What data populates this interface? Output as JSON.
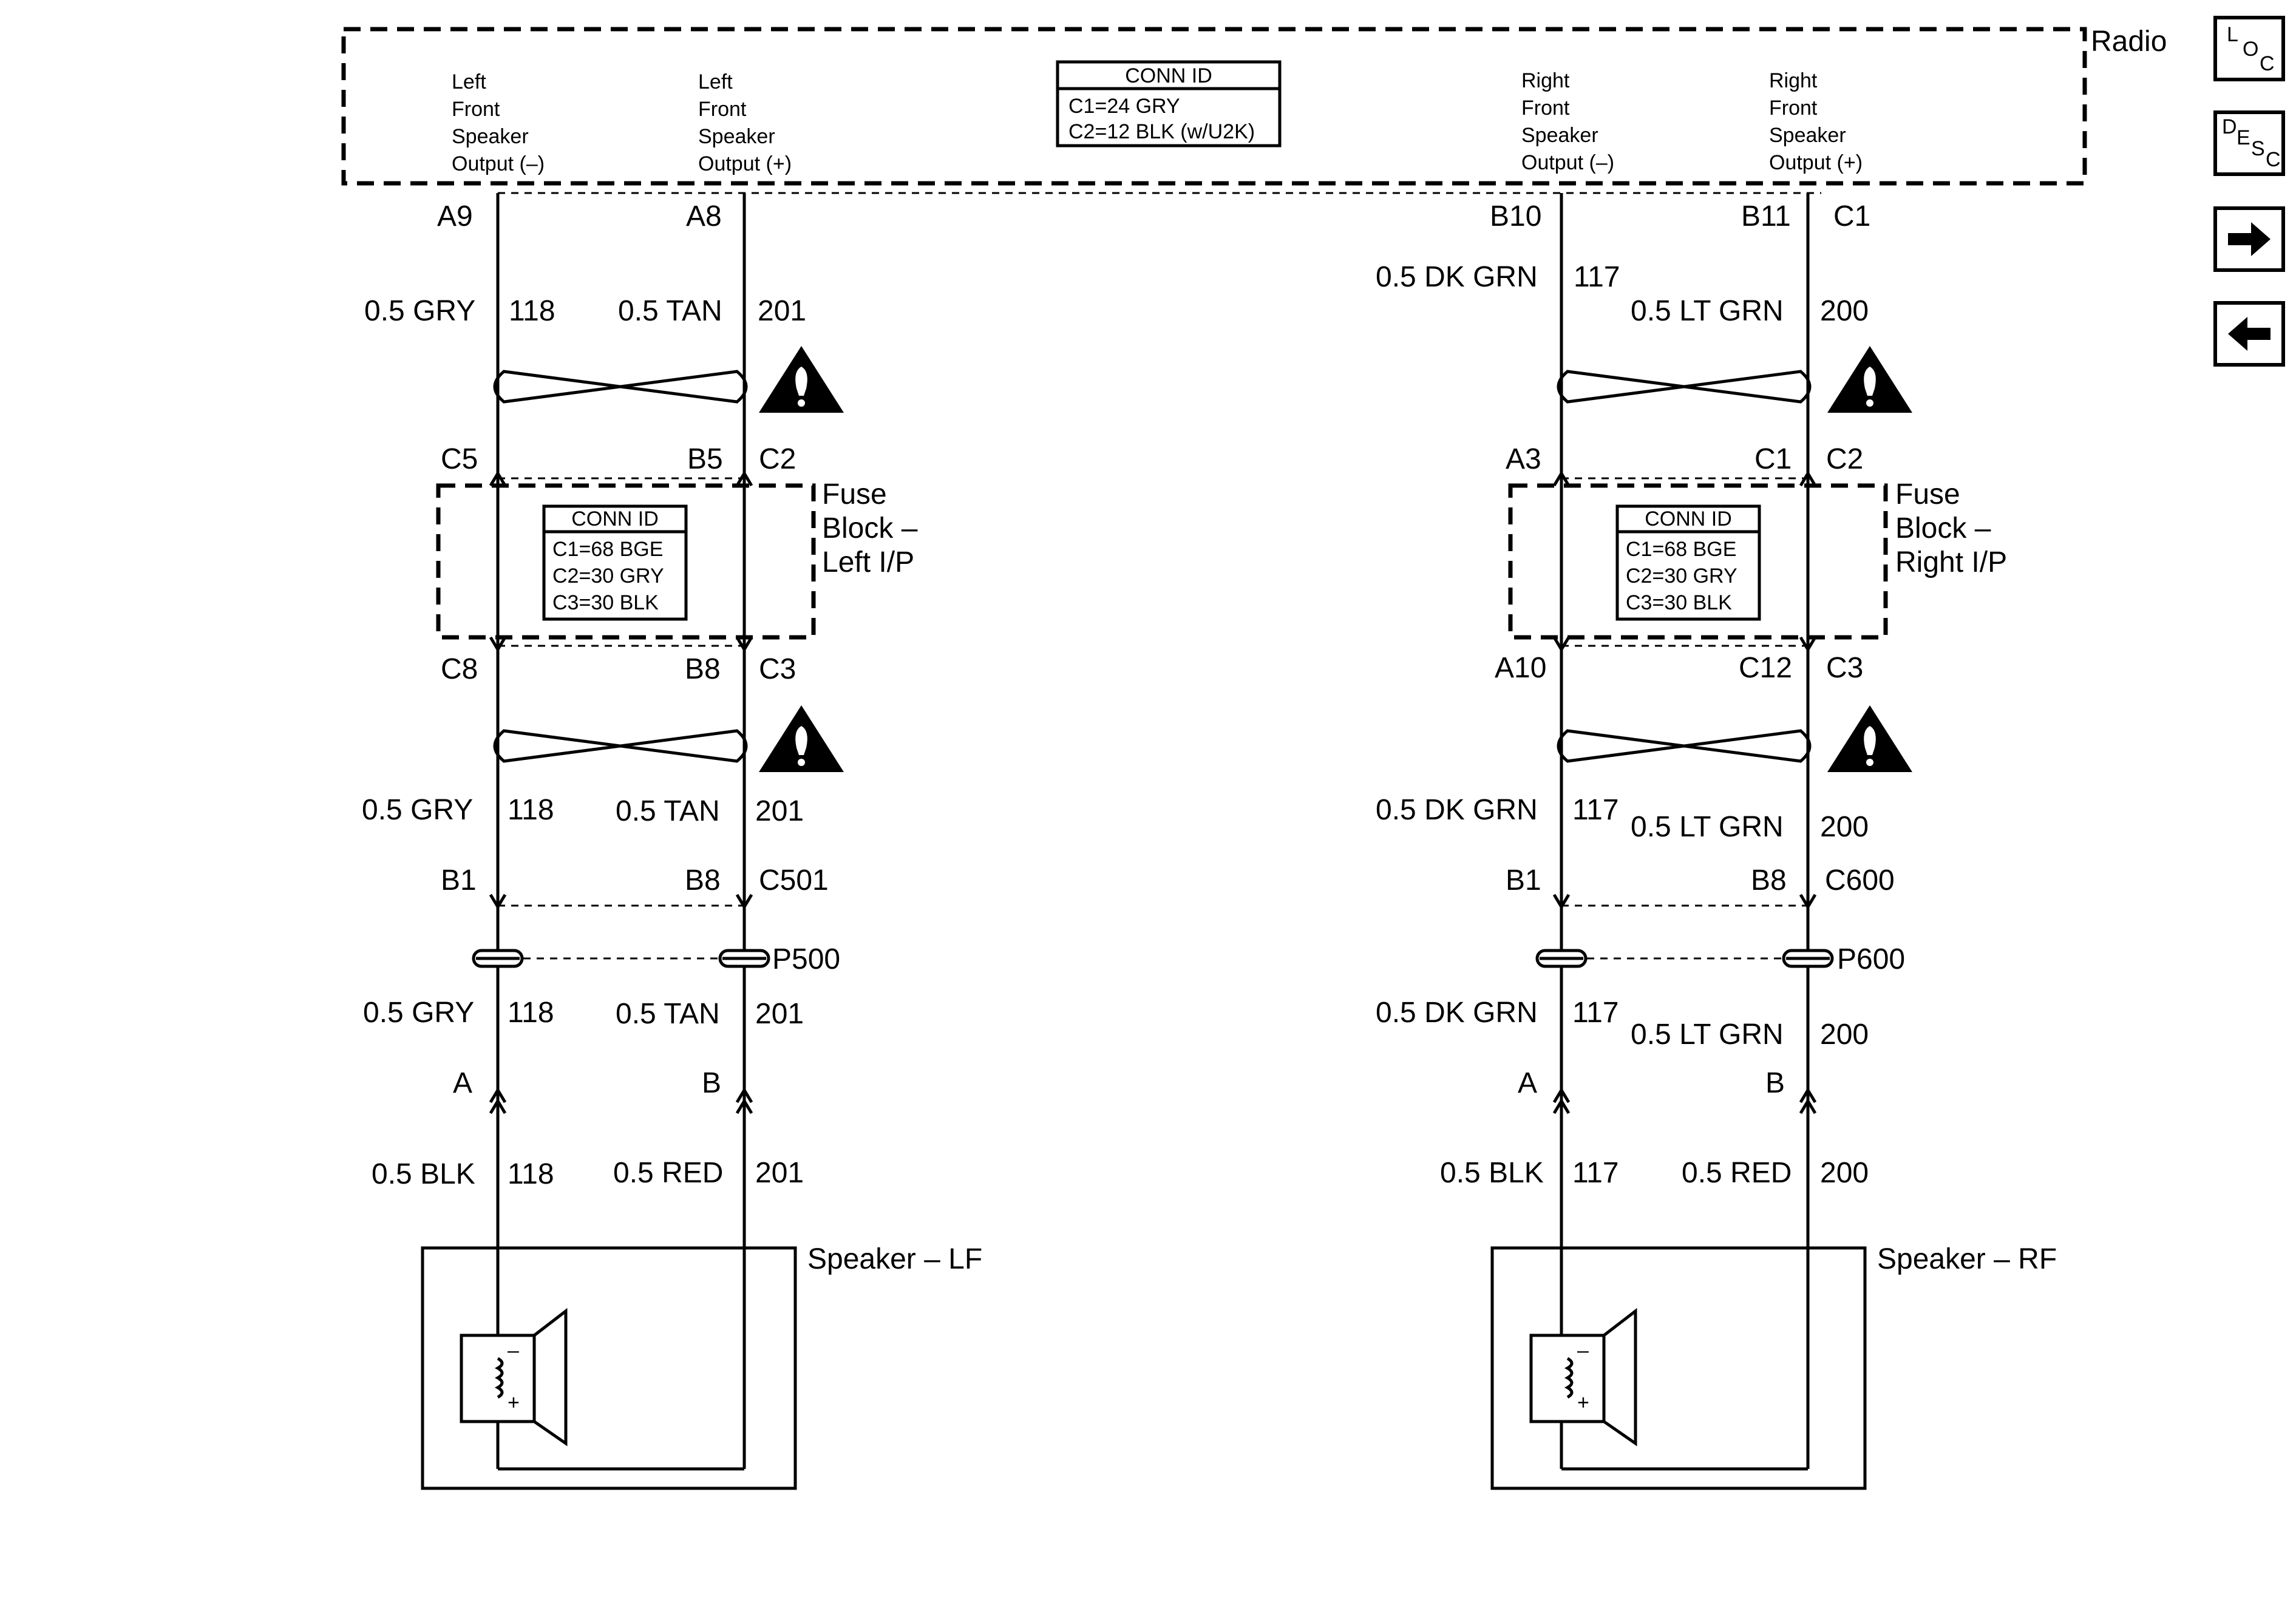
{
  "radio": {
    "label": "Radio",
    "outputs": [
      [
        "Left",
        "Front",
        "Speaker",
        "Output (–)"
      ],
      [
        "Left",
        "Front",
        "Speaker",
        "Output (+)"
      ],
      [
        "Right",
        "Front",
        "Speaker",
        "Output (–)"
      ],
      [
        "Right",
        "Front",
        "Speaker",
        "Output (+)"
      ]
    ],
    "conn_id": {
      "title": "CONN ID",
      "lines": [
        "C1=24 GRY",
        "C2=12 BLK (w/U2K)"
      ]
    },
    "pins": {
      "left_neg": "A9",
      "left_pos": "A8",
      "right_neg": "B10",
      "right_pos": "B11",
      "right_conn": "C1"
    }
  },
  "left": {
    "radio_wires": [
      {
        "color": "0.5 GRY",
        "circuit": "118"
      },
      {
        "color": "0.5 TAN",
        "circuit": "201"
      }
    ],
    "fuse_block": {
      "label": [
        "Fuse",
        "Block –",
        "Left I/P"
      ],
      "top_pins": {
        "a": "C5",
        "b": "B5",
        "conn": "C2"
      },
      "bottom_pins": {
        "a": "C8",
        "b": "B8",
        "conn": "C3"
      },
      "conn_id": {
        "title": "CONN ID",
        "lines": [
          "C1=68 BGE",
          "C2=30 GRY",
          "C3=30 BLK"
        ]
      }
    },
    "mid_wires": [
      {
        "color": "0.5 GRY",
        "circuit": "118"
      },
      {
        "color": "0.5 TAN",
        "circuit": "201"
      }
    ],
    "inline": {
      "a": "B1",
      "b": "B8",
      "conn": "C501",
      "pass": "P500"
    },
    "low_wires": [
      {
        "color": "0.5 GRY",
        "circuit": "118"
      },
      {
        "color": "0.5 TAN",
        "circuit": "201"
      }
    ],
    "speaker_pins": {
      "a": "A",
      "b": "B"
    },
    "speaker_wires": [
      {
        "color": "0.5 BLK",
        "circuit": "118"
      },
      {
        "color": "0.5 RED",
        "circuit": "201"
      }
    ],
    "speaker": {
      "label": "Speaker – LF",
      "minus": "–",
      "plus": "+"
    }
  },
  "right": {
    "radio_wires": [
      {
        "color": "0.5 DK GRN",
        "circuit": "117"
      },
      {
        "color": "0.5 LT GRN",
        "circuit": "200"
      }
    ],
    "fuse_block": {
      "label": [
        "Fuse",
        "Block –",
        "Right I/P"
      ],
      "top_pins": {
        "a": "A3",
        "b": "C1",
        "conn": "C2"
      },
      "bottom_pins": {
        "a": "A10",
        "b": "C12",
        "conn": "C3"
      },
      "conn_id": {
        "title": "CONN ID",
        "lines": [
          "C1=68 BGE",
          "C2=30 GRY",
          "C3=30 BLK"
        ]
      }
    },
    "mid_wires": [
      {
        "color": "0.5 DK GRN",
        "circuit": "117"
      },
      {
        "color": "0.5 LT GRN",
        "circuit": "200"
      }
    ],
    "inline": {
      "a": "B1",
      "b": "B8",
      "conn": "C600",
      "pass": "P600"
    },
    "low_wires": [
      {
        "color": "0.5 DK GRN",
        "circuit": "117"
      },
      {
        "color": "0.5 LT GRN",
        "circuit": "200"
      }
    ],
    "speaker_pins": {
      "a": "A",
      "b": "B"
    },
    "speaker_wires": [
      {
        "color": "0.5 BLK",
        "circuit": "117"
      },
      {
        "color": "0.5 RED",
        "circuit": "200"
      }
    ],
    "speaker": {
      "label": "Speaker – RF",
      "minus": "–",
      "plus": "+"
    }
  },
  "nav": {
    "loc": {
      "l": "L",
      "o": "O",
      "c": "C"
    },
    "desc": {
      "d": "D",
      "e": "E",
      "s": "S",
      "c": "C"
    },
    "next_icon": "arrow-right-icon",
    "prev_icon": "arrow-left-icon"
  }
}
